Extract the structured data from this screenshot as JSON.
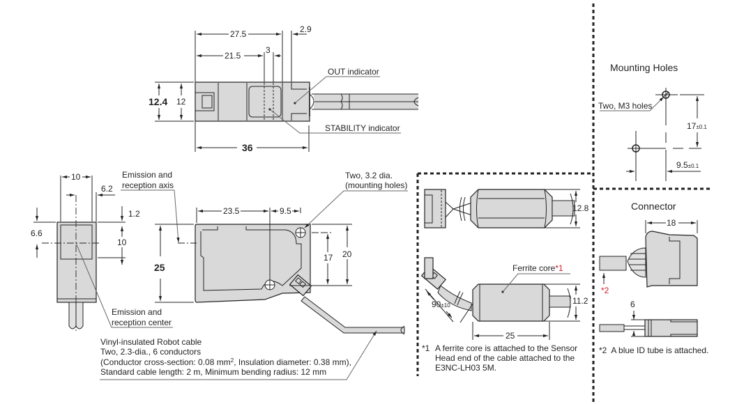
{
  "top_view": {
    "dim_27_5": "27.5",
    "dim_2_9": "2.9",
    "dim_21_5": "21.5",
    "dim_3": "3",
    "dim_12_4": "12.4",
    "dim_12": "12",
    "dim_36": "36",
    "out_indicator": "OUT indicator",
    "stability_indicator": "STABILITY indicator"
  },
  "front_view": {
    "dim_10_top": "10",
    "dim_6_2": "6.2",
    "dim_1_2": "1.2",
    "dim_6_6": "6.6",
    "dim_10_side": "10",
    "emission_axis_line1": "Emission and",
    "emission_axis_line2": "reception axis",
    "emission_center_line1": "Emission and",
    "emission_center_line2": "reception center"
  },
  "side_view": {
    "dim_25": "25",
    "dim_23_5": "23.5",
    "dim_9_5": "9.5",
    "dim_17": "17",
    "dim_20": "20",
    "holes_line1": "Two, 3.2 dia.",
    "holes_line2": "(mounting holes)"
  },
  "cable_note": {
    "line1": "Vinyl-insulated Robot cable",
    "line2": "Two, 2.3-dia., 6 conductors",
    "line3_pre": "(Conductor cross-section: 0.08 mm",
    "line3_sup": "2",
    "line3_post": ", Insulation diameter: 0.38 mm),",
    "line4": "Standard cable length: 2 m, Minimum bending radius: 12 mm"
  },
  "ferrite": {
    "dim_12_8": "12.8",
    "label": "Ferrite core",
    "label_ref": "*1",
    "dim_11_2": "11.2",
    "dim_90": "90",
    "dim_90_tol": "±10",
    "dim_25": "25",
    "note_ref": "*1",
    "note_line1": "A ferrite core is attached to the Sensor",
    "note_line2": "Head end of the cable attached to the",
    "note_line3": "E3NC-LH03 5M."
  },
  "mounting_holes": {
    "title": "Mounting Holes",
    "holes_label": "Two, M3 holes",
    "dim_17": "17",
    "dim_17_tol": "±0.1",
    "dim_9_5": "9.5",
    "dim_9_5_tol": "±0.1"
  },
  "connector": {
    "title": "Connector",
    "dim_18": "18",
    "ref": "*2",
    "dim_6": "6",
    "note_ref": "*2",
    "note_text": "A blue ID tube is attached."
  },
  "colors": {
    "body_fill": "#d9d9d9",
    "line": "#222222",
    "footnote_marker": "#d0202a"
  }
}
